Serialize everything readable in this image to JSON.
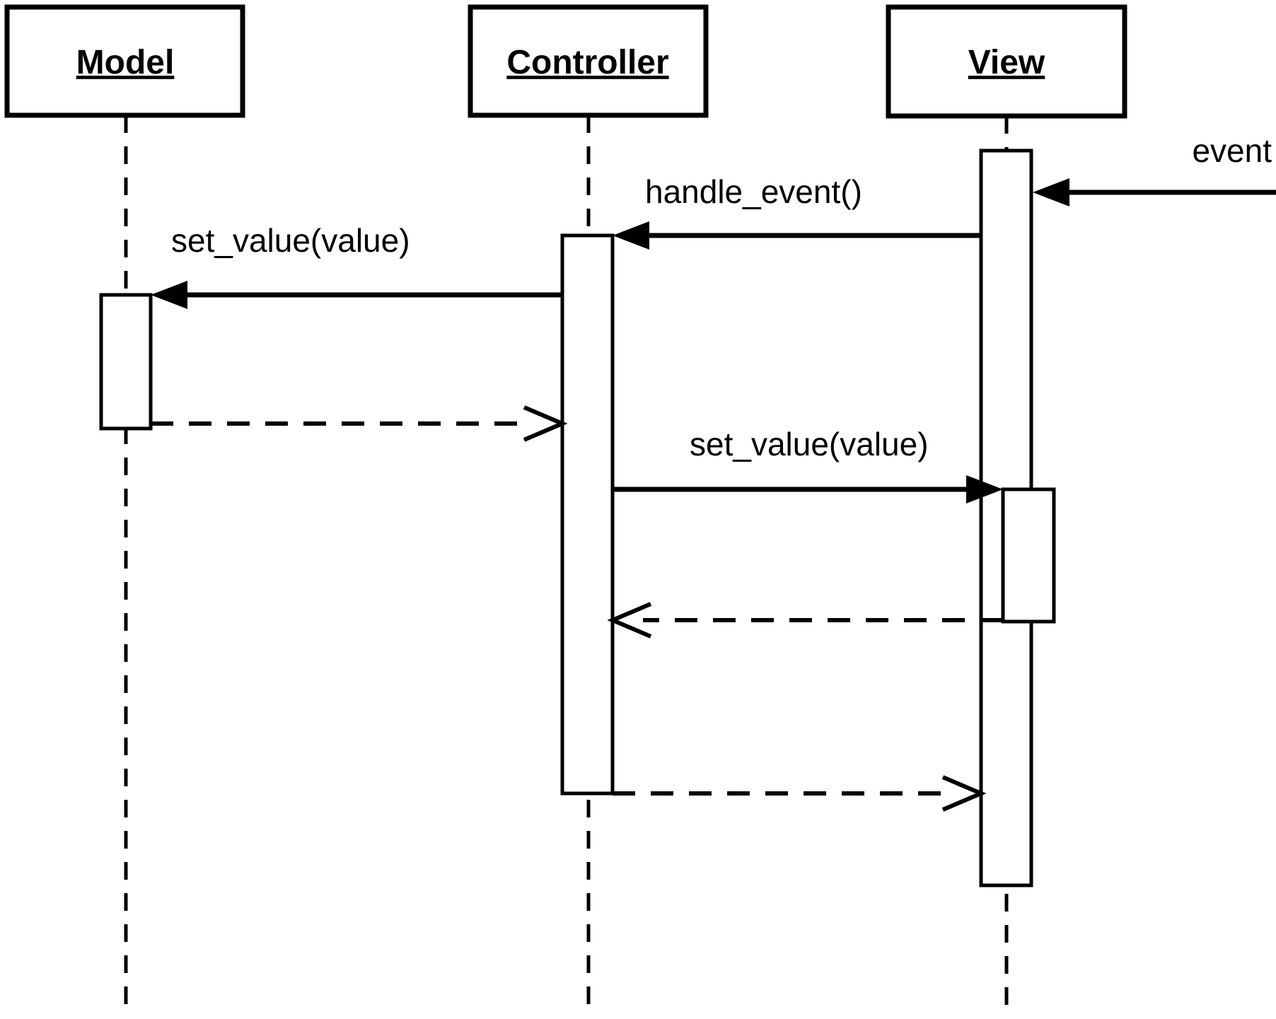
{
  "diagram": {
    "kind": "uml-sequence-diagram",
    "colors": {
      "line": "#000000",
      "background": "#ffffff"
    },
    "actors": [
      {
        "id": "model",
        "label": "Model"
      },
      {
        "id": "controller",
        "label": "Controller"
      },
      {
        "id": "view",
        "label": "View"
      }
    ],
    "messages": [
      {
        "id": "event",
        "label": "event",
        "kind": "sync-call",
        "from": "external",
        "to": "view"
      },
      {
        "id": "handle-event",
        "label": "handle_event()",
        "kind": "sync-call",
        "from": "view",
        "to": "controller"
      },
      {
        "id": "set-value-model",
        "label": "set_value(value)",
        "kind": "sync-call",
        "from": "controller",
        "to": "model"
      },
      {
        "id": "return-model-controller",
        "label": "",
        "kind": "return",
        "from": "model",
        "to": "controller"
      },
      {
        "id": "set-value-view",
        "label": "set_value(value)",
        "kind": "sync-call",
        "from": "controller",
        "to": "view"
      },
      {
        "id": "return-view-controller",
        "label": "",
        "kind": "return",
        "from": "view",
        "to": "controller"
      },
      {
        "id": "return-controller-view",
        "label": "",
        "kind": "return",
        "from": "controller",
        "to": "view"
      }
    ]
  }
}
